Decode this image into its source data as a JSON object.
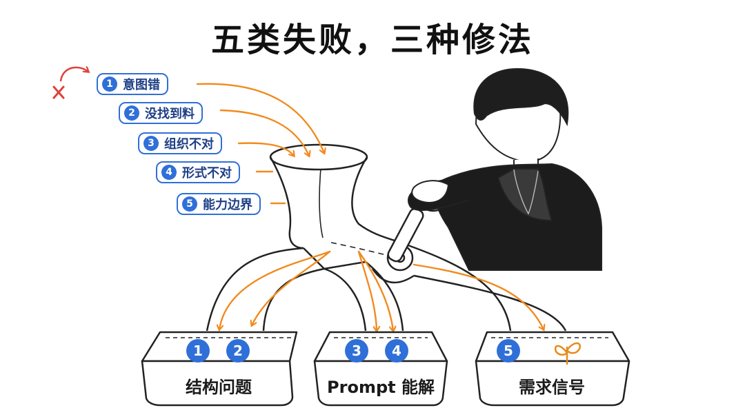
{
  "title": "五类失败，三种修法",
  "failures": [
    {
      "num": "1",
      "label": "意图错"
    },
    {
      "num": "2",
      "label": "没找到料"
    },
    {
      "num": "3",
      "label": "组织不对"
    },
    {
      "num": "4",
      "label": "形式不对"
    },
    {
      "num": "5",
      "label": "能力边界"
    }
  ],
  "trays": [
    {
      "label": "结构问题",
      "badges": [
        "1",
        "2"
      ]
    },
    {
      "label": "Prompt 能解",
      "badges": [
        "3",
        "4"
      ]
    },
    {
      "label": "需求信号",
      "badges": [
        "5"
      ]
    }
  ],
  "colors": {
    "blue": "#2f6fd8",
    "orange": "#f28a1e",
    "red": "#e0403a",
    "green": "#e88a1a"
  }
}
